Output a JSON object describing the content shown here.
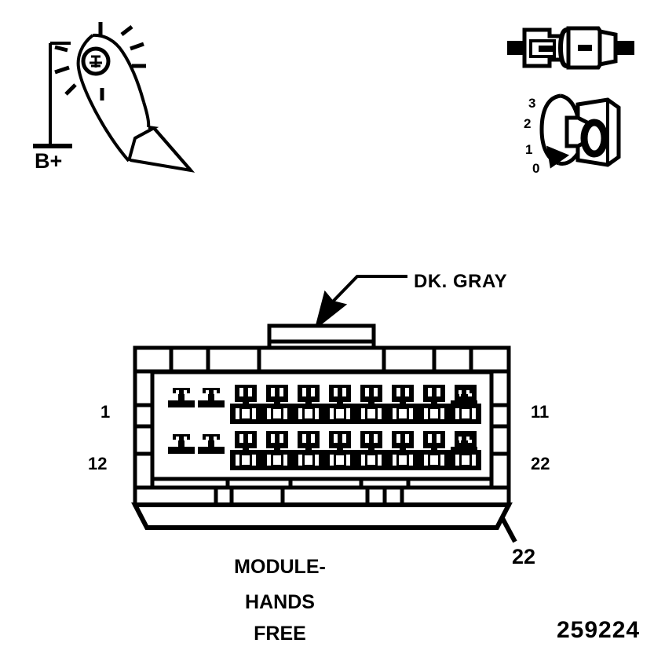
{
  "diagram": {
    "title": "MODULE-HANDS FREE connector face view",
    "part_number": "259224",
    "ink_color": "#000000",
    "background_color": "#ffffff"
  },
  "probe": {
    "ground_label": "B+",
    "icon": "test-light-probe-icon"
  },
  "connector_icon": {
    "icon": "two-part-connector-icon"
  },
  "ignition_key": {
    "icon": "ignition-key-switch-icon",
    "positions": [
      "3",
      "2",
      "1",
      "0"
    ],
    "selected_position": "0"
  },
  "callouts": {
    "color_label": "DK. GRAY",
    "pin_callout": "22"
  },
  "connector": {
    "pin_top_left": "1",
    "pin_bottom_left": "12",
    "pin_top_right": "11",
    "pin_bottom_right": "22",
    "large_cavities_per_row": 8,
    "small_cavities_left_per_row": 2,
    "small_cavities_right_per_row": 1,
    "rows": 2,
    "total_pins": 22
  },
  "module_label": {
    "line1": "MODULE-",
    "line2": "HANDS",
    "line3": "FREE"
  }
}
